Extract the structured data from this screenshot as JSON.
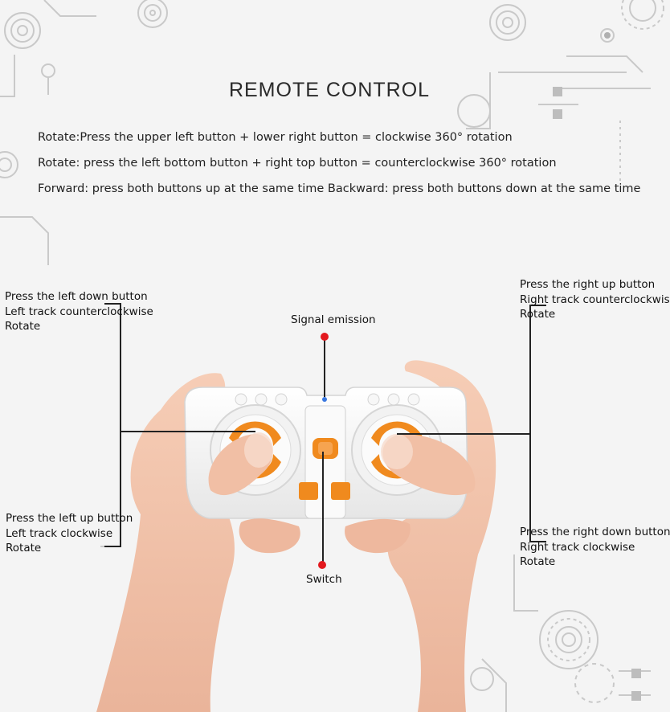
{
  "title": "REMOTE CONTROL",
  "instructions": [
    "Rotate:Press the upper left button + lower right button = clockwise 360° rotation",
    "Rotate: press the left bottom button + right top button = counterclockwise 360° rotation",
    "Forward: press both buttons up at the same time Backward: press both buttons down at the same time"
  ],
  "callouts": {
    "left_down": {
      "line1": "Press the left down button",
      "line2": "Left track counterclockwise",
      "line3": "Rotate"
    },
    "left_up": {
      "line1": "Press the left up button",
      "line2": "Left track clockwise",
      "line3": "Rotate"
    },
    "right_up": {
      "line1": "Press the right up button",
      "line2": "Right track counterclockwise",
      "line3": "Rotate"
    },
    "right_down": {
      "line1": "Press the right down button",
      "line2": "Right track clockwise",
      "line3": "Rotate"
    },
    "signal": "Signal emission",
    "switch": "Switch"
  },
  "colors": {
    "accent": "#f08a1e",
    "marker": "#e3191e",
    "line": "#222222",
    "device": "#f7f7f7"
  }
}
